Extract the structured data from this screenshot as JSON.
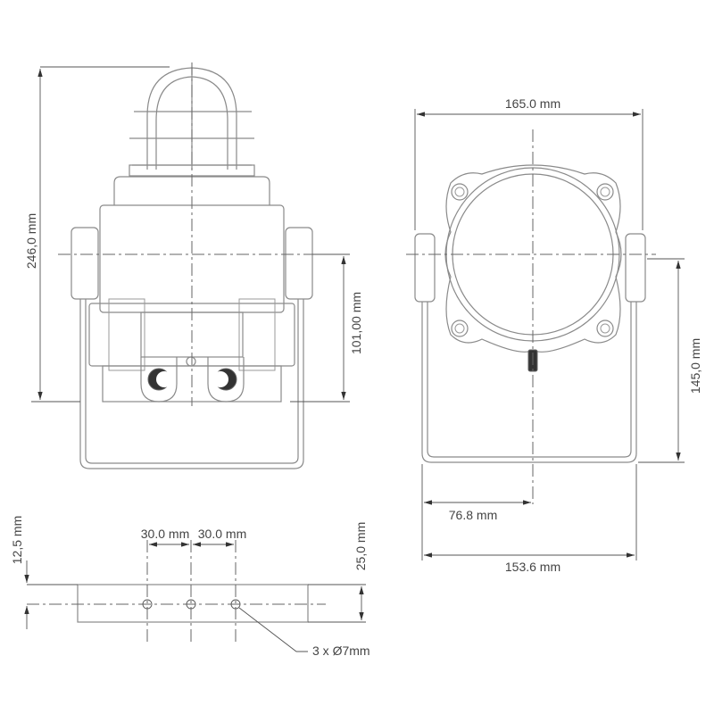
{
  "dimensions": {
    "front_height": "246,0 mm",
    "front_bracket_axis": "101,00 mm",
    "side_width": "165.0 mm",
    "side_bracket_height": "145,0 mm",
    "side_half_width": "76.8 mm",
    "side_bail_width": "153.6 mm",
    "plate_edge_to_axis": "12,5 mm",
    "plate_hole_spacing_1": "30.0 mm",
    "plate_hole_spacing_2": "30.0 mm",
    "plate_width": "25,0 mm",
    "plate_holes": "3 x Ø7mm"
  }
}
